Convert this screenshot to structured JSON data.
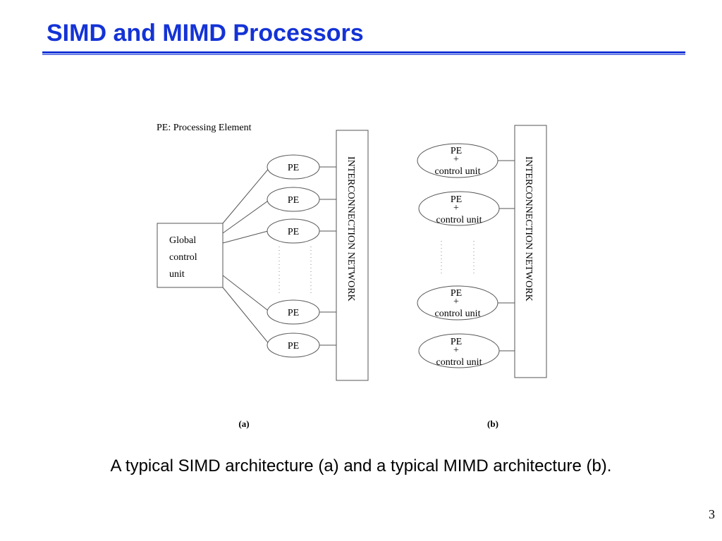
{
  "slide": {
    "title": "SIMD and MIMD Processors",
    "caption": "A typical SIMD architecture (a) and a typical MIMD architecture (b).",
    "page_number": "3",
    "accent_color": "#1433d6"
  },
  "diagram": {
    "legend": "PE: Processing Element",
    "simd": {
      "label": "(a)",
      "control_unit": [
        "Global",
        "control",
        "unit"
      ],
      "pe_label": "PE",
      "network_label": "INTERCONNECTION NETWORK"
    },
    "mimd": {
      "label": "(b)",
      "pe_line1": "PE",
      "pe_line2": "+",
      "pe_line3": "control unit",
      "network_label": "INTERCONNECTION NETWORK"
    }
  }
}
